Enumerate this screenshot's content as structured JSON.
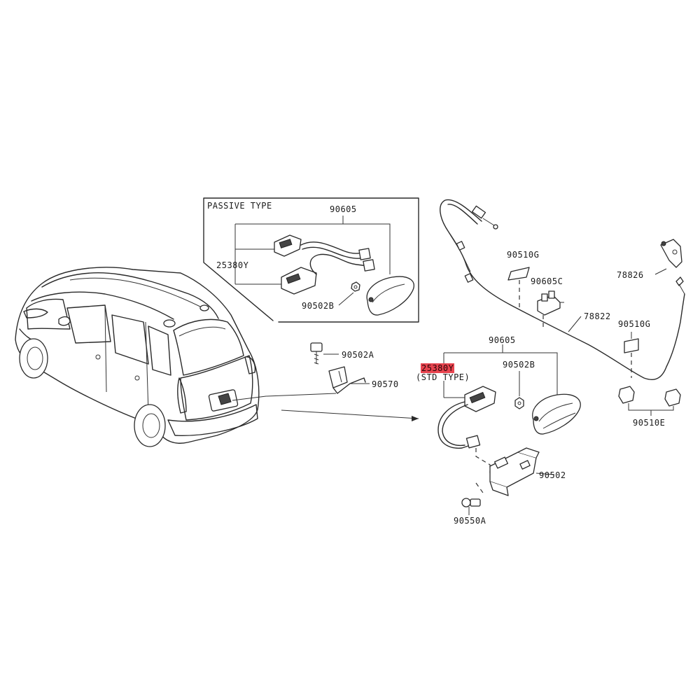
{
  "passive_box": {
    "title": "PASSIVE TYPE",
    "part_90605": "90605",
    "part_25380Y": "25380Y",
    "part_90502B": "90502B"
  },
  "car_area": {
    "part_90502A": "90502A",
    "part_90570": "90570"
  },
  "std_group": {
    "part_90605": "90605",
    "part_25380Y": "25380Y",
    "std_type": "(STD TYPE)",
    "part_90502B": "90502B",
    "part_90502": "90502",
    "part_90550A": "90550A"
  },
  "cable_group": {
    "part_90510G_upper": "90510G",
    "part_90605C": "90605C",
    "part_78826": "78826",
    "part_78822": "78822",
    "part_90510G_lower": "90510G",
    "part_90510E": "90510E"
  },
  "colors": {
    "highlight": "#e8444f",
    "line": "#2a2a2a"
  }
}
